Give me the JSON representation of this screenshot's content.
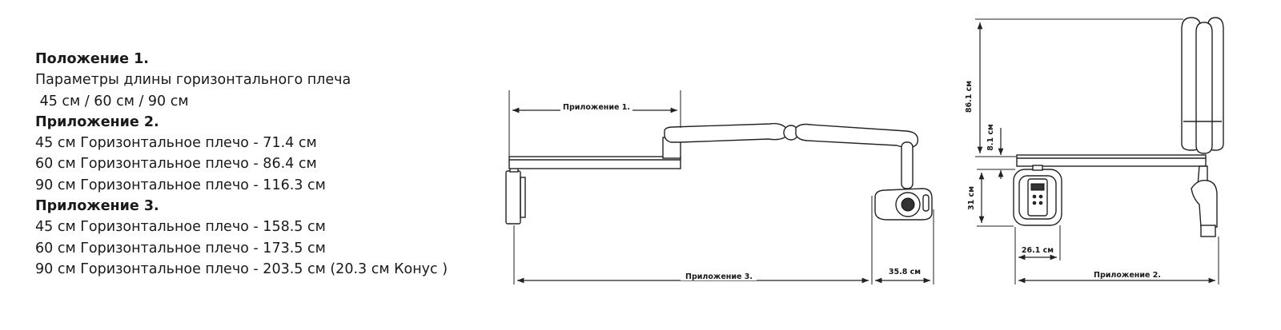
{
  "text": {
    "position1_heading": "Положение 1.",
    "position1_desc": "Параметры длины горизонтального плеча",
    "position1_values": " 45 см / 60 см / 90 см",
    "app2_heading": "Приложение 2.",
    "app2_lines": [
      "45 см Горизонтальное плечо - 71.4 см",
      "60 см Горизонтальное плечо - 86.4 см",
      "90 см Горизонтальное плечо - 116.3 см"
    ],
    "app3_heading": "Приложение 3.",
    "app3_lines": [
      "45 см Горизонтальное плечо - 158.5 см",
      "60 см Горизонтальное плечо - 173.5 см",
      "90 см Горизонтальное плечо - 203.5 см (20.3 см Конус )"
    ]
  },
  "side_view": {
    "dim_app1": "Приложение 1.",
    "dim_app3": "Приложение 3.",
    "dim_cone": "35.8 см"
  },
  "front_view": {
    "dim_height": "86.1 см",
    "dim_drop": "8.1 см",
    "dim_head": "31 см",
    "dim_width": "26.1 см",
    "dim_app2": "Приложение 2."
  }
}
